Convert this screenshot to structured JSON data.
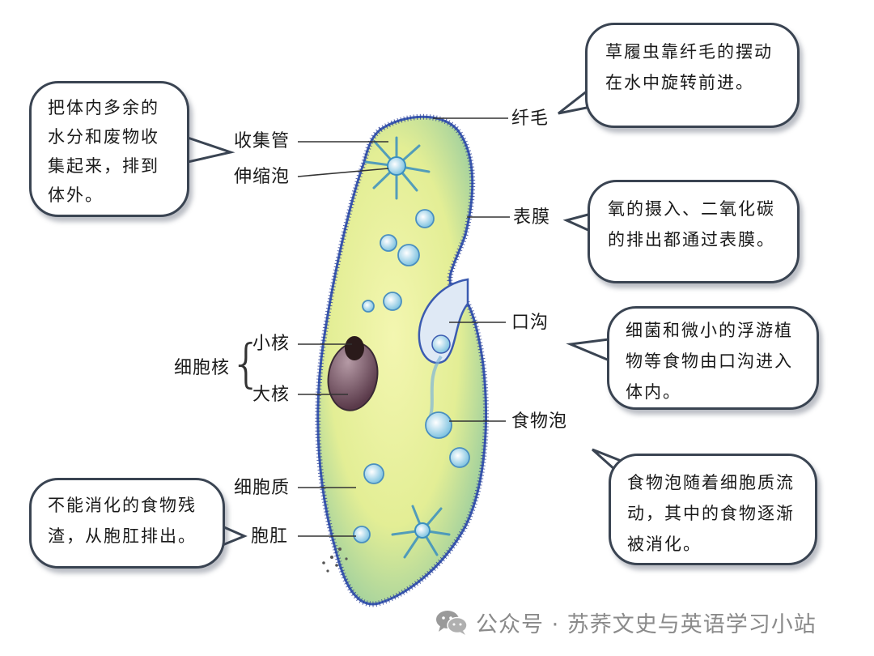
{
  "labels": {
    "cilia": "纤毛",
    "collecting_tube": "收集管",
    "contractile_vacuole": "伸缩泡",
    "membrane": "表膜",
    "oral_groove": "口沟",
    "nucleus": "细胞核",
    "micronucleus": "小核",
    "macronucleus": "大核",
    "food_vacuole": "食物泡",
    "cytoplasm": "细胞质",
    "anal_pore": "胞肛"
  },
  "bubbles": {
    "cilia_note": [
      "草履虫靠纤毛的摆动",
      "在水中旋转前进。"
    ],
    "vacuole_note": [
      "把体内多余的",
      "水分和废物收",
      "集起来，排到",
      "体外。"
    ],
    "membrane_note": [
      "氧的摄入、二氧化碳",
      "的排出都通过表膜。"
    ],
    "groove_note": [
      "细菌和微小的浮游植",
      "物等食物由口沟进入",
      "体内。"
    ],
    "food_note": [
      "食物泡随着细胞质流",
      "动，其中的食物逐渐",
      "被消化。"
    ],
    "anal_note": [
      "不能消化的食物残",
      "渣，从胞肛排出。"
    ]
  },
  "watermark": {
    "text": "公众号 · 苏荞文史与英语学习小站",
    "icon": "wechat-icon"
  },
  "colors": {
    "body_fill": "#e9f0a0",
    "body_edge": "#3b5bb0",
    "cilia": "#2a3f9a",
    "macronucleus": "#6a4a5a",
    "micronucleus": "#2a1a1a",
    "vacuole": "#8fcde8",
    "bubble_border": "#3a4452"
  }
}
